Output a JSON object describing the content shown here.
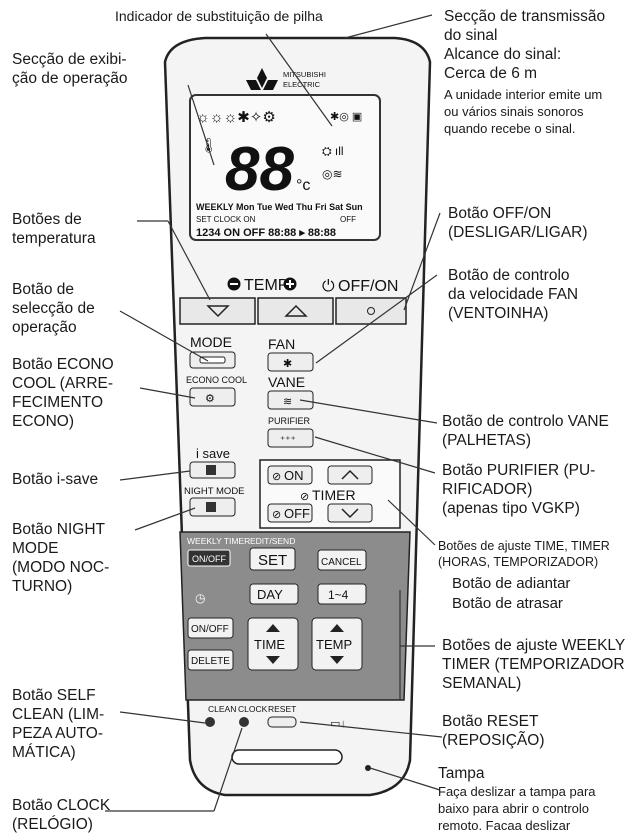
{
  "labels": {
    "battery_indicator": "Indicador de substituição de pilha",
    "display_section": [
      "Secção de exibi-",
      "ção de operação"
    ],
    "transmission": [
      "Secção de transmissão",
      "do sinal",
      "Alcance do sinal:",
      "Cerca de 6 m"
    ],
    "transmission_note": [
      "A unidade interior emite um",
      "ou vários sinais sonoros",
      "quando recebe o sinal."
    ],
    "temp_buttons": [
      "Botões de",
      "temperatura"
    ],
    "off_on": [
      "Botão OFF/ON",
      "(DESLIGAR/LIGAR)"
    ],
    "mode_select": [
      "Botão de",
      "selecção de",
      "operação"
    ],
    "fan_speed": [
      "Botão de controlo",
      "da velocidade FAN",
      "(VENTOINHA)"
    ],
    "econo_cool": [
      "Botão ECONO",
      "COOL (ARRE-",
      "FECIMENTO",
      "ECONO)"
    ],
    "vane": [
      "Botão de controlo VANE",
      "(PALHETAS)"
    ],
    "isave": "Botão i-save",
    "purifier": [
      "Botão PURIFIER (PU-",
      "RIFICADOR)",
      "(apenas tipo VGKP)"
    ],
    "night_mode": [
      "Botão NIGHT",
      "MODE",
      "(MODO NOC-",
      "TURNO)"
    ],
    "time_timer": [
      "Botões de ajuste TIME, TIMER",
      "(HORAS, TEMPORIZADOR)"
    ],
    "advance": "Botão de adiantar",
    "delay": "Botão de atrasar",
    "weekly": [
      "Botões de ajuste WEEKLY",
      "TIMER (TEMPORIZADOR",
      "SEMANAL)"
    ],
    "self_clean": [
      "Botão SELF",
      "CLEAN (LIM-",
      "PEZA AUTO-",
      "MÁTICA)"
    ],
    "reset": [
      "Botão RESET",
      "(REPOSIÇÃO)"
    ],
    "cover": [
      "Tampa"
    ],
    "cover_note": [
      "Faça deslizar a tampa para",
      "baixo para abrir o controlo",
      "remoto. Facaa deslizar"
    ],
    "clock": [
      "Botão CLOCK",
      "(RELÓGIO)"
    ]
  },
  "remote": {
    "brand": [
      "MITSUBISHI",
      "ELECTRIC"
    ],
    "display_temp": "88",
    "display_unit": "°c",
    "days": "WEEKLY  Mon Tue Wed Thu Fri Sat Sun",
    "set_clock": "SET  CLOCK  ON",
    "off_small": "OFF",
    "time_digits": "1234  ON OFF 88:88 ▸ 88:88",
    "temp_label": "TEMP",
    "off_on_label": "OFF/ON",
    "mode": "MODE",
    "fan": "FAN",
    "econo_cool": "ECONO COOL",
    "vane": "VANE",
    "purifier": "PURIFIER",
    "isave": "i save",
    "night_mode": "NIGHT MODE",
    "on": "ON",
    "timer": "TIMER",
    "off": "OFF",
    "weekly_timer": "WEEKLY TIMER",
    "on_off": "ON/OFF",
    "edit_send": "EDIT/SEND",
    "set": "SET",
    "cancel": "CANCEL",
    "day": "DAY",
    "range": "1~4",
    "on_off2": "ON/OFF",
    "delete": "DELETE",
    "time": "TIME",
    "temp": "TEMP",
    "clean": "CLEAN",
    "clock": "CLOCK",
    "reset": "RESET"
  }
}
